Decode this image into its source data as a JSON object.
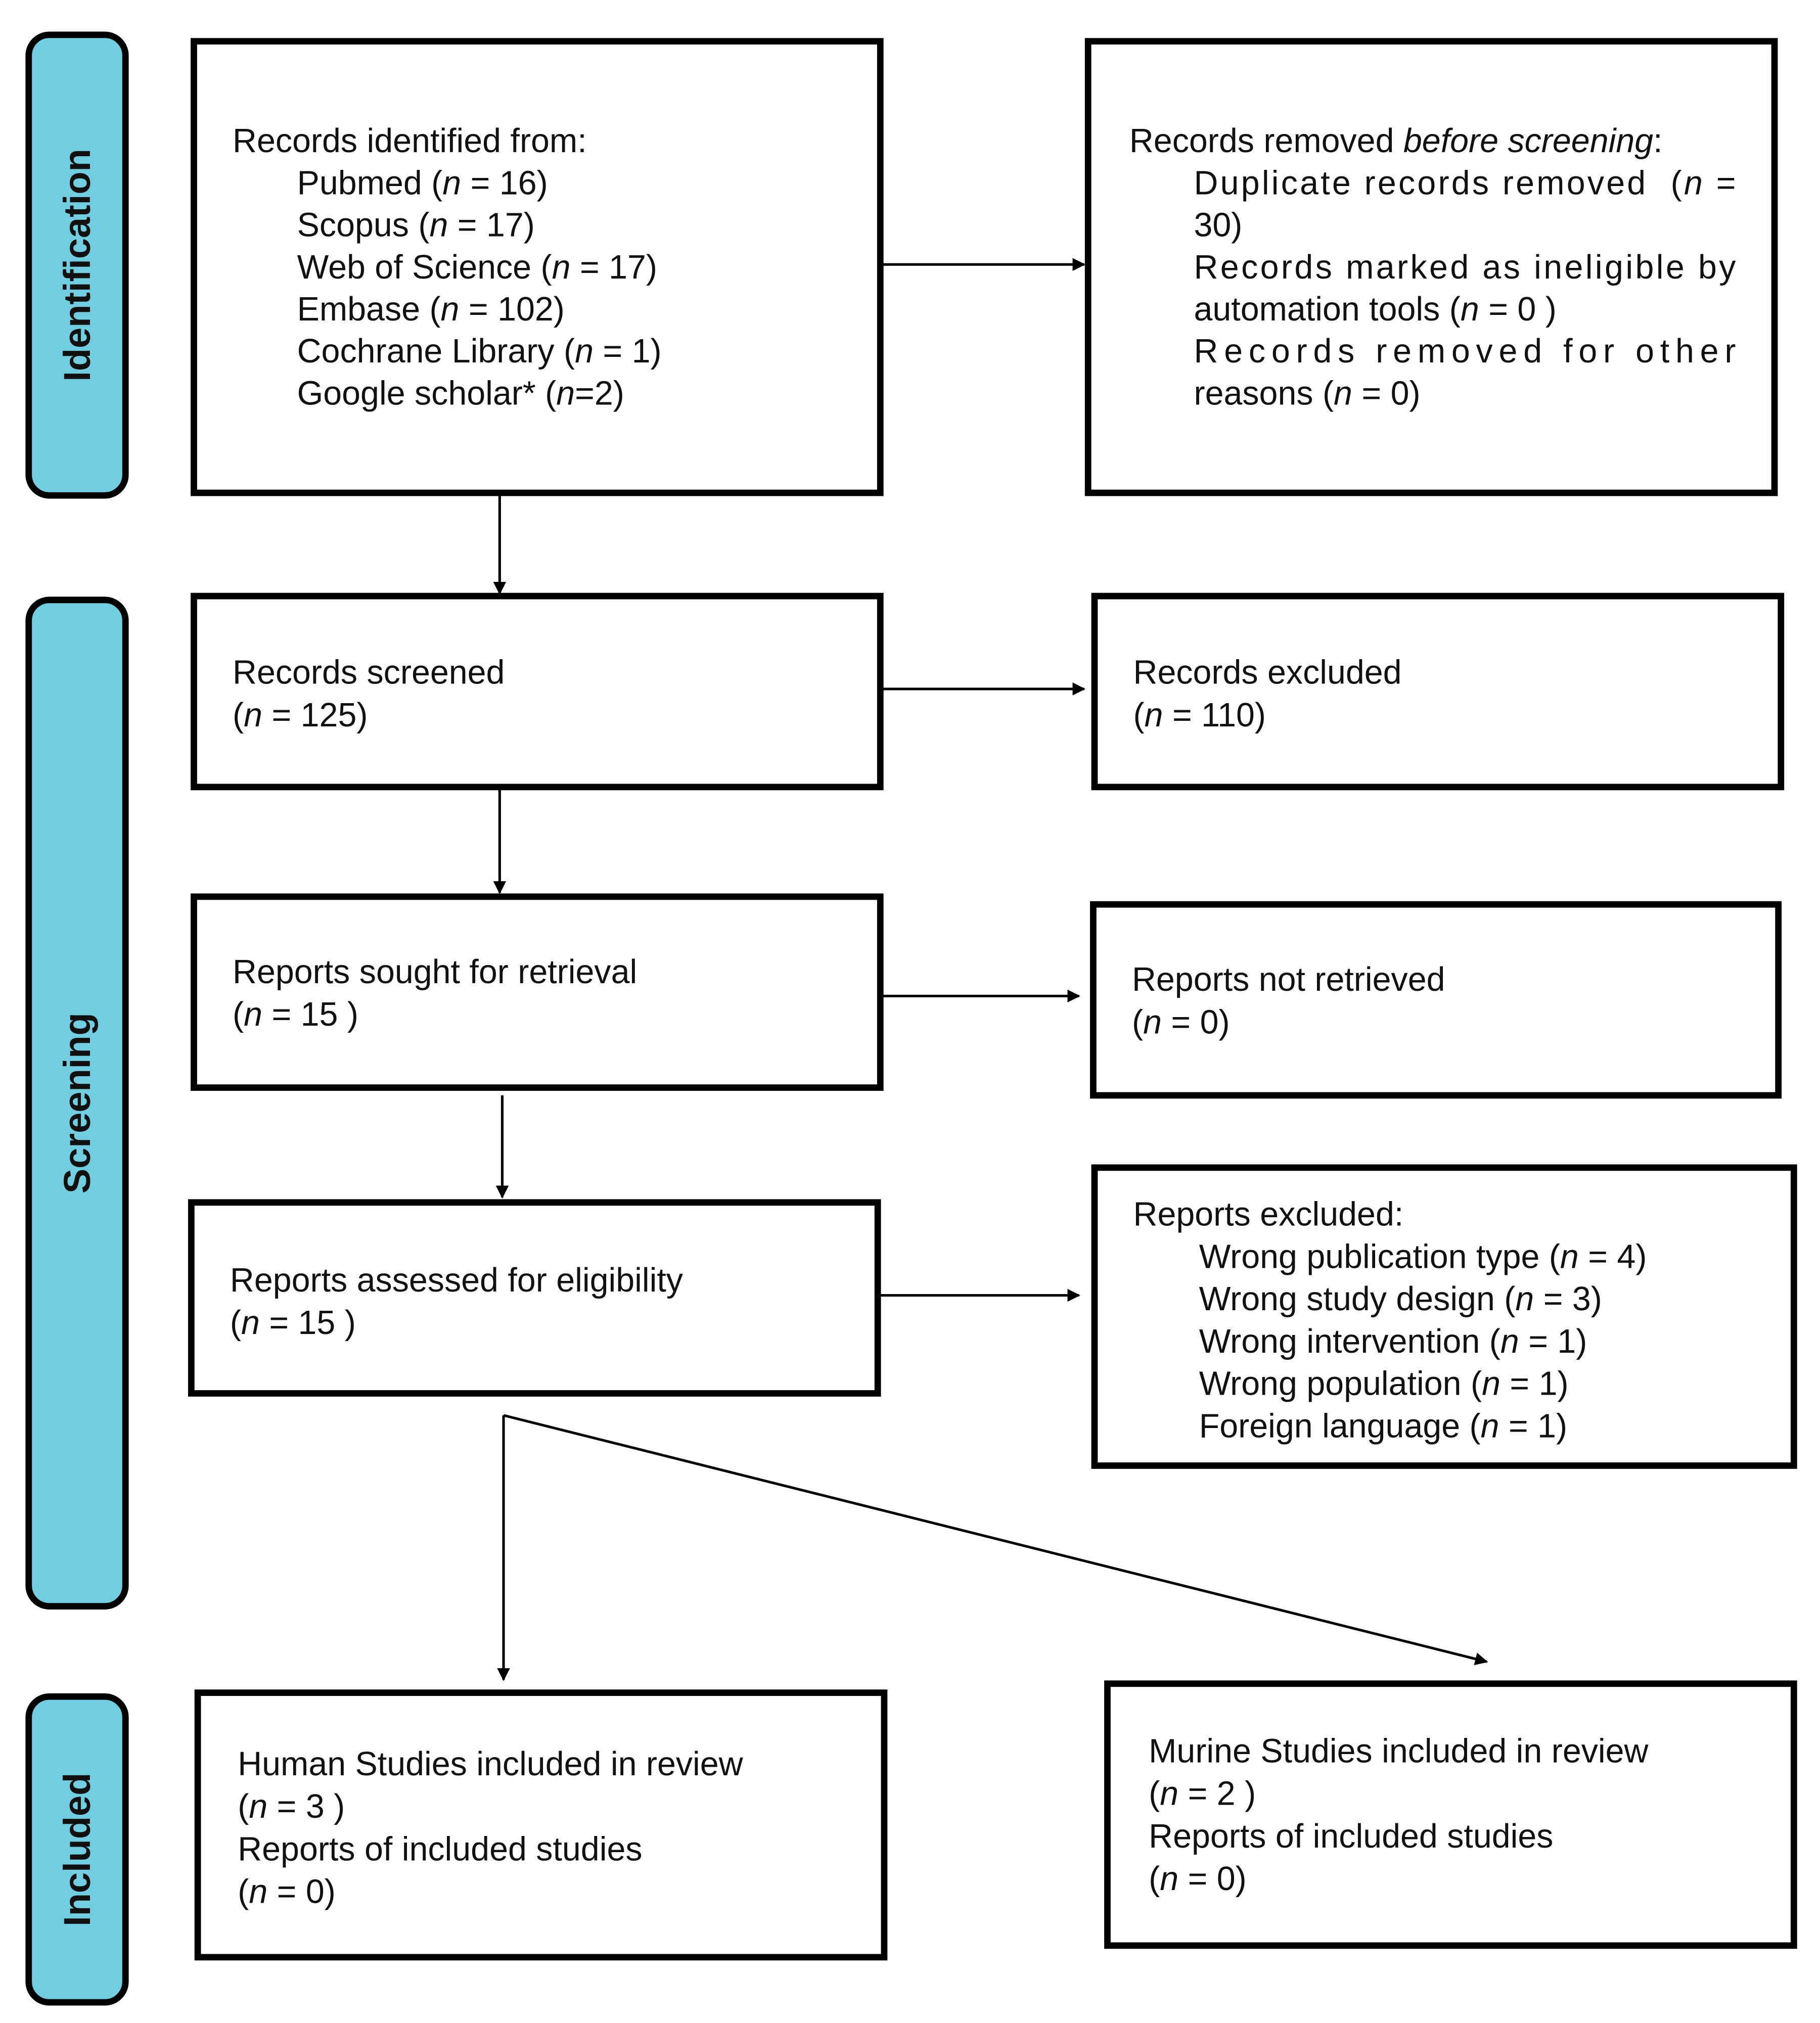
{
  "colors": {
    "stage_fill": "#72CDE0",
    "border": "#000000",
    "background": "#ffffff"
  },
  "stages": [
    {
      "label": "Identification"
    },
    {
      "label": "Screening"
    },
    {
      "label": "Included"
    }
  ],
  "boxes": {
    "records_identified": [
      [
        {
          "text": "Records identified from:"
        }
      ],
      [
        {
          "text": "Pubmed ("
        },
        {
          "text": "n",
          "italic": true
        },
        {
          "text": " = 16)"
        }
      ],
      [
        {
          "text": "Scopus ("
        },
        {
          "text": "n",
          "italic": true
        },
        {
          "text": " = 17)"
        }
      ],
      [
        {
          "text": "Web of Science ("
        },
        {
          "text": "n",
          "italic": true
        },
        {
          "text": " = 17)"
        }
      ],
      [
        {
          "text": "Embase ("
        },
        {
          "text": "n",
          "italic": true
        },
        {
          "text": " = 102)"
        }
      ],
      [
        {
          "text": "Cochrane Library ("
        },
        {
          "text": "n",
          "italic": true
        },
        {
          "text": " = 1)"
        }
      ],
      [
        {
          "text": "Google scholar* ("
        },
        {
          "text": "n",
          "italic": true
        },
        {
          "text": "=2)"
        }
      ]
    ],
    "records_removed": [
      [
        {
          "text": "Records removed "
        },
        {
          "text": "before screening",
          "italic": true
        },
        {
          "text": ":"
        }
      ],
      [
        {
          "text": "Duplicate records removed  ("
        },
        {
          "text": "n",
          "italic": true
        },
        {
          "text": " ="
        }
      ],
      [
        {
          "text": "30)"
        }
      ],
      [
        {
          "text": "Records marked as ineligible by"
        }
      ],
      [
        {
          "text": "automation tools ("
        },
        {
          "text": "n",
          "italic": true
        },
        {
          "text": " = 0 )"
        }
      ],
      [
        {
          "text": "Records removed for other"
        }
      ],
      [
        {
          "text": "reasons ("
        },
        {
          "text": "n",
          "italic": true
        },
        {
          "text": " = 0)"
        }
      ]
    ],
    "records_screened": [
      [
        {
          "text": "Records screened"
        }
      ],
      [
        {
          "text": "("
        },
        {
          "text": "n",
          "italic": true
        },
        {
          "text": " = 125)"
        }
      ]
    ],
    "records_excluded": [
      [
        {
          "text": "Records excluded"
        }
      ],
      [
        {
          "text": "("
        },
        {
          "text": "n",
          "italic": true
        },
        {
          "text": " = 110)"
        }
      ]
    ],
    "reports_sought": [
      [
        {
          "text": "Reports sought for retrieval"
        }
      ],
      [
        {
          "text": "("
        },
        {
          "text": "n",
          "italic": true
        },
        {
          "text": " = 15 )"
        }
      ]
    ],
    "reports_not_retrieved": [
      [
        {
          "text": "Reports not retrieved"
        }
      ],
      [
        {
          "text": "("
        },
        {
          "text": "n",
          "italic": true
        },
        {
          "text": " = 0)"
        }
      ]
    ],
    "reports_assessed": [
      [
        {
          "text": "Reports assessed for eligibility"
        }
      ],
      [
        {
          "text": "("
        },
        {
          "text": "n",
          "italic": true
        },
        {
          "text": " = 15 )"
        }
      ]
    ],
    "reports_excluded": [
      [
        {
          "text": "Reports excluded:"
        }
      ],
      [
        {
          "text": "Wrong publication type ("
        },
        {
          "text": "n",
          "italic": true
        },
        {
          "text": " = 4)"
        }
      ],
      [
        {
          "text": "Wrong study design ("
        },
        {
          "text": "n",
          "italic": true
        },
        {
          "text": " = 3)"
        }
      ],
      [
        {
          "text": "Wrong intervention ("
        },
        {
          "text": "n",
          "italic": true
        },
        {
          "text": " = 1)"
        }
      ],
      [
        {
          "text": "Wrong population ("
        },
        {
          "text": "n",
          "italic": true
        },
        {
          "text": " = 1)"
        }
      ],
      [
        {
          "text": "Foreign language ("
        },
        {
          "text": "n",
          "italic": true
        },
        {
          "text": " = 1)"
        }
      ]
    ],
    "human_studies": [
      [
        {
          "text": "Human Studies included in review"
        }
      ],
      [
        {
          "text": "("
        },
        {
          "text": "n",
          "italic": true
        },
        {
          "text": " = 3 )"
        }
      ],
      [
        {
          "text": "Reports of included studies"
        }
      ],
      [
        {
          "text": "("
        },
        {
          "text": "n",
          "italic": true
        },
        {
          "text": " = 0)"
        }
      ]
    ],
    "murine_studies": [
      [
        {
          "text": "Murine Studies included in review"
        }
      ],
      [
        {
          "text": "("
        },
        {
          "text": "n",
          "italic": true
        },
        {
          "text": " = 2 )"
        }
      ],
      [
        {
          "text": "Reports of included studies"
        }
      ],
      [
        {
          "text": "("
        },
        {
          "text": "n",
          "italic": true
        },
        {
          "text": " = 0)"
        }
      ]
    ]
  }
}
